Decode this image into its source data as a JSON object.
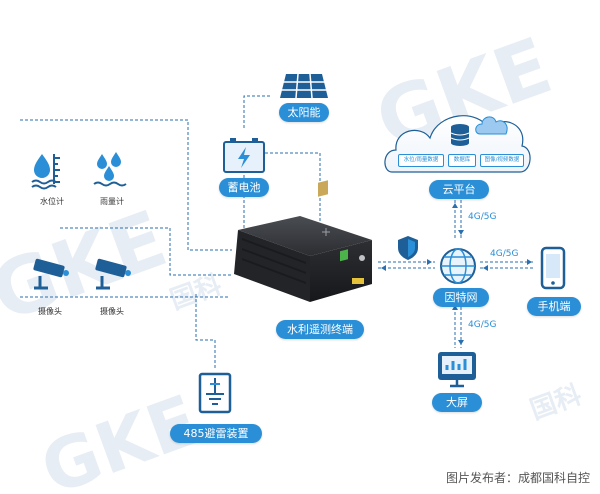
{
  "watermarks": [
    {
      "text": "GKE"
    },
    {
      "text": "GKE"
    },
    {
      "text": "国科"
    },
    {
      "text": "GKE"
    },
    {
      "text": "国科"
    }
  ],
  "sensors": {
    "water_level_label": "水位计",
    "rain_gauge_label": "雨量计",
    "camera1_label": "摄像头",
    "camera2_label": "摄像头"
  },
  "nodes": {
    "solar": "太阳能",
    "battery": "蓄电池",
    "cloud": "云平台",
    "terminal": "水利遥测终端",
    "internet": "因特网",
    "phone": "手机端",
    "screen": "大屏",
    "lightning": "485避雷装置"
  },
  "cloud_boxes": [
    "水位/雨量数据",
    "数据库",
    "图像/视频数据"
  ],
  "links": {
    "cloud_internet": "4G/5G",
    "internet_phone": "4G/5G",
    "internet_screen": "4G/5G"
  },
  "credit": "图片发布者：成都国科自控",
  "colors": {
    "accent": "#2a8fd6",
    "dark": "#1f5f97",
    "line": "#2a6fb0"
  }
}
